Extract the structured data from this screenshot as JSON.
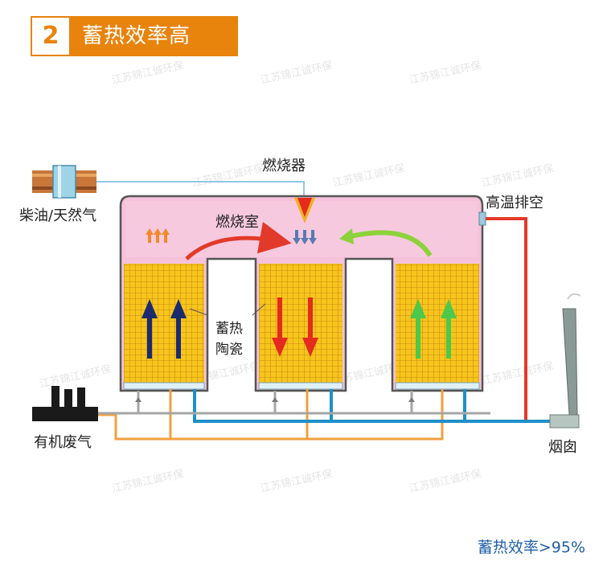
{
  "header": {
    "number": "2",
    "title": "蓄热效率高"
  },
  "watermark": "江苏锦江诚环保",
  "labels": {
    "burner": "燃烧器",
    "fuel": "柴油/天然气",
    "combustion_chamber": "燃烧室",
    "exhaust_high_temp": "高温排空",
    "ceramic_line1": "蓄热",
    "ceramic_line2": "陶瓷",
    "waste_gas": "有机废气",
    "chimney": "烟囱"
  },
  "footer": {
    "efficiency": "蓄热效率>95%"
  },
  "colors": {
    "accent": "#e8830c",
    "chamber": "#f2b6d2",
    "ceramic": "#f6c21a",
    "pipe_blue": "#1e90c8",
    "pipe_orange": "#f0a040",
    "pipe_red": "#e23a2a",
    "arrow_navy": "#1c2a6e",
    "arrow_red": "#e52a1e",
    "arrow_green": "#4cc84a",
    "footer_text": "#1f5fa8"
  }
}
